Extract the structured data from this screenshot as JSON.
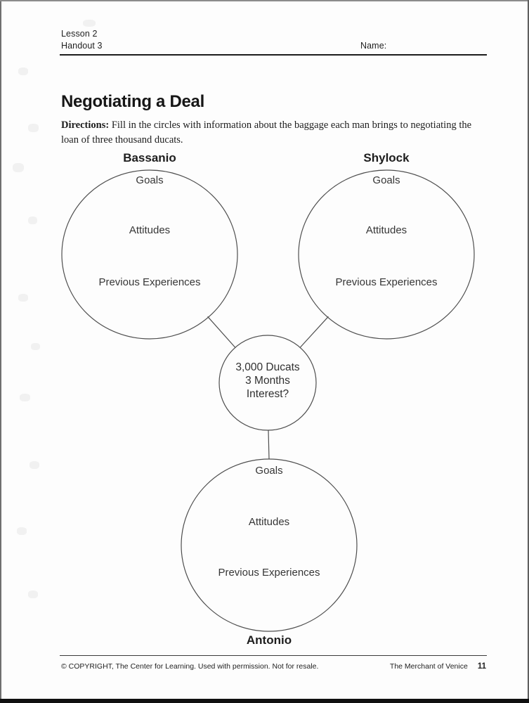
{
  "document": {
    "header": {
      "lesson": "Lesson 2",
      "handout": "Handout 3",
      "name_label": "Name:"
    },
    "title": "Negotiating a Deal",
    "directions": {
      "label": "Directions:",
      "text": " Fill in the circles with information about the baggage each man brings to negotiating the loan of three thousand ducats."
    },
    "footer": {
      "copyright": "© COPYRIGHT, The Center for Learning. Used with permission. Not for resale.",
      "book_title": "The Merchant of Venice",
      "page_number": "11"
    }
  },
  "diagram": {
    "circles": [
      {
        "title": "Bassanio",
        "items": [
          "Goals",
          "Attitudes",
          "Previous Experiences"
        ]
      },
      {
        "title": "Shylock",
        "items": [
          "Goals",
          "Attitudes",
          "Previous Experiences"
        ]
      },
      {
        "title": "Antonio",
        "items": [
          "Goals",
          "Attitudes",
          "Previous Experiences"
        ]
      }
    ],
    "center_circle": {
      "lines": [
        "3,000 Ducats",
        "3 Months",
        "Interest?"
      ]
    }
  },
  "colors": {
    "ink": "#2e2e2e",
    "circle_stroke": "#4e4e4e",
    "paper": "#fdfdfd"
  }
}
